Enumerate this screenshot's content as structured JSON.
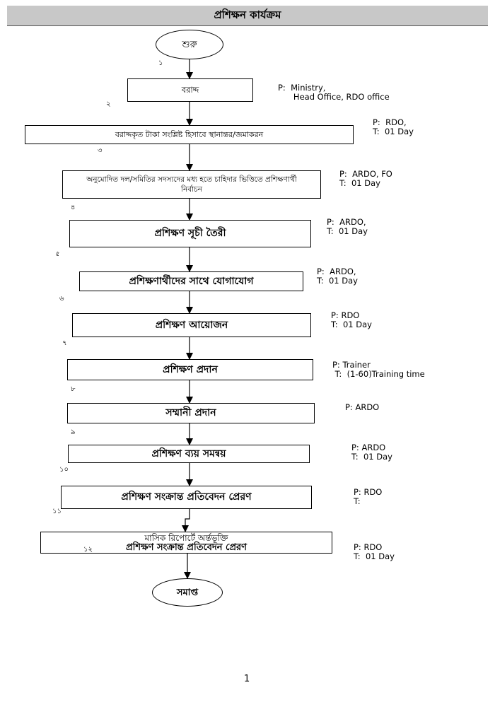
{
  "header": {
    "title": "প্রশিক্ষন কার্যক্রম"
  },
  "start_label": "শুরু",
  "end_label": "সমাপ্ত",
  "steps": [
    {
      "num": "১",
      "text": "বরাদ্দ"
    },
    {
      "num": "২",
      "text": "বরাদ্দকৃত টাকা সংশ্লিষ্ট হিসাবে স্থানান্তর/জমাকরন"
    },
    {
      "num": "৩",
      "text": "অনুমোদিত দল/সমিতির সদস্যদের মধ্য হতে চাহিদার ভিত্তিতে প্রশিক্ষণার্থী নির্বাচন"
    },
    {
      "num": "৪",
      "text": "প্রশিক্ষণ সূচী তৈরী"
    },
    {
      "num": "৫",
      "text": "প্রশিক্ষণার্থীদের সাথে যোগাযোগ"
    },
    {
      "num": "৬",
      "text": "প্রশিক্ষণ আয়োজন"
    },
    {
      "num": "৭",
      "text": "প্রশিক্ষণ প্রদান"
    },
    {
      "num": "৮",
      "text": "সম্মানী প্রদান"
    },
    {
      "num": "৯",
      "text": "প্রশিক্ষণ ব্যয় সমন্বয়"
    },
    {
      "num": "১০",
      "text": "প্রশিক্ষণ সংক্রান্ত প্রতিবেদন প্রেরণ"
    },
    {
      "num": "১১",
      "text": "মাসিক রিপোর্টে অর্ন্তভূক্তি"
    },
    {
      "num": "১২",
      "text": ""
    }
  ],
  "step11_second_line": "প্রশিক্ষণ সংক্রান্ত প্রতিবেদন প্রেরণ",
  "notes": [
    "P:  Ministry,\n      Head Office, RDO office",
    "P:  RDO,\nT:  01 Day",
    "P:  ARDO, FO\nT:  01 Day",
    "P:  ARDO,\nT:  01 Day",
    "P:  ARDO,\nT:  01 Day",
    "P: RDO\nT:  01 Day",
    "P: Trainer\n T:  (1-60)Training time",
    "P: ARDO",
    "P: ARDO\nT:  01 Day",
    "P: RDO\nT:",
    "P: RDO\nT:  01 Day"
  ],
  "footer": {
    "page_number": "1"
  }
}
